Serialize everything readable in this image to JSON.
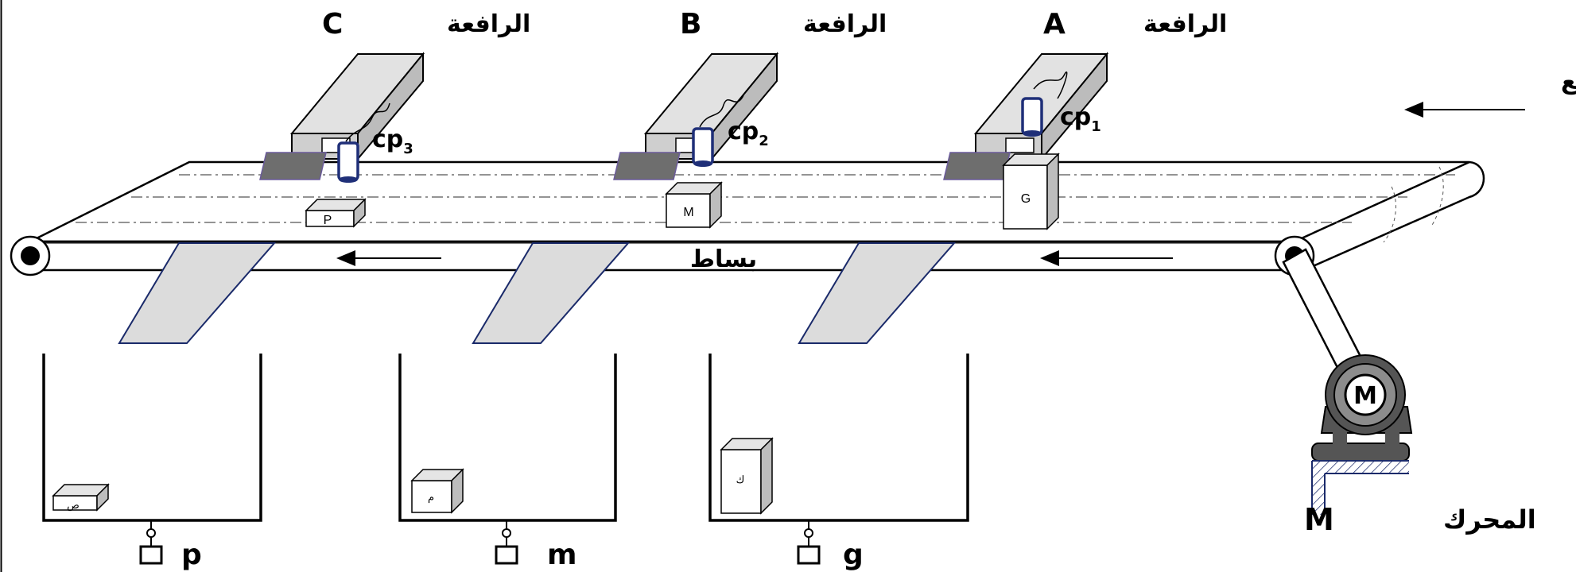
{
  "colors": {
    "line": "#000000",
    "lever_body": "#d0d0d0",
    "lever_head": "#6e6e6e",
    "sensor": "#1f2f78",
    "chute": "#dcdcdc",
    "chute_edge": "#1a2a6a",
    "box_side": "#bdbdbd",
    "motor_dark": "#555555",
    "motor_ring": "#8c8c8c"
  },
  "arrival_label": "قدوم القطع",
  "belt_label": "بساط",
  "motor": {
    "label": "المحرك",
    "symbol": "M",
    "glyph": "M"
  },
  "levers": [
    {
      "name": "الرافعة",
      "letter": "A",
      "sensor": "cp",
      "sensor_index": "1"
    },
    {
      "name": "الرافعة",
      "letter": "B",
      "sensor": "cp",
      "sensor_index": "2"
    },
    {
      "name": "الرافعة",
      "letter": "C",
      "sensor": "cp",
      "sensor_index": "3"
    }
  ],
  "belt_boxes": [
    {
      "text": "G"
    },
    {
      "text": "M"
    },
    {
      "text": "P"
    }
  ],
  "bins": [
    {
      "box_text": "ص",
      "scale_label": "p"
    },
    {
      "box_text": "م",
      "scale_label": "m"
    },
    {
      "box_text": "ك",
      "scale_label": "g"
    }
  ]
}
